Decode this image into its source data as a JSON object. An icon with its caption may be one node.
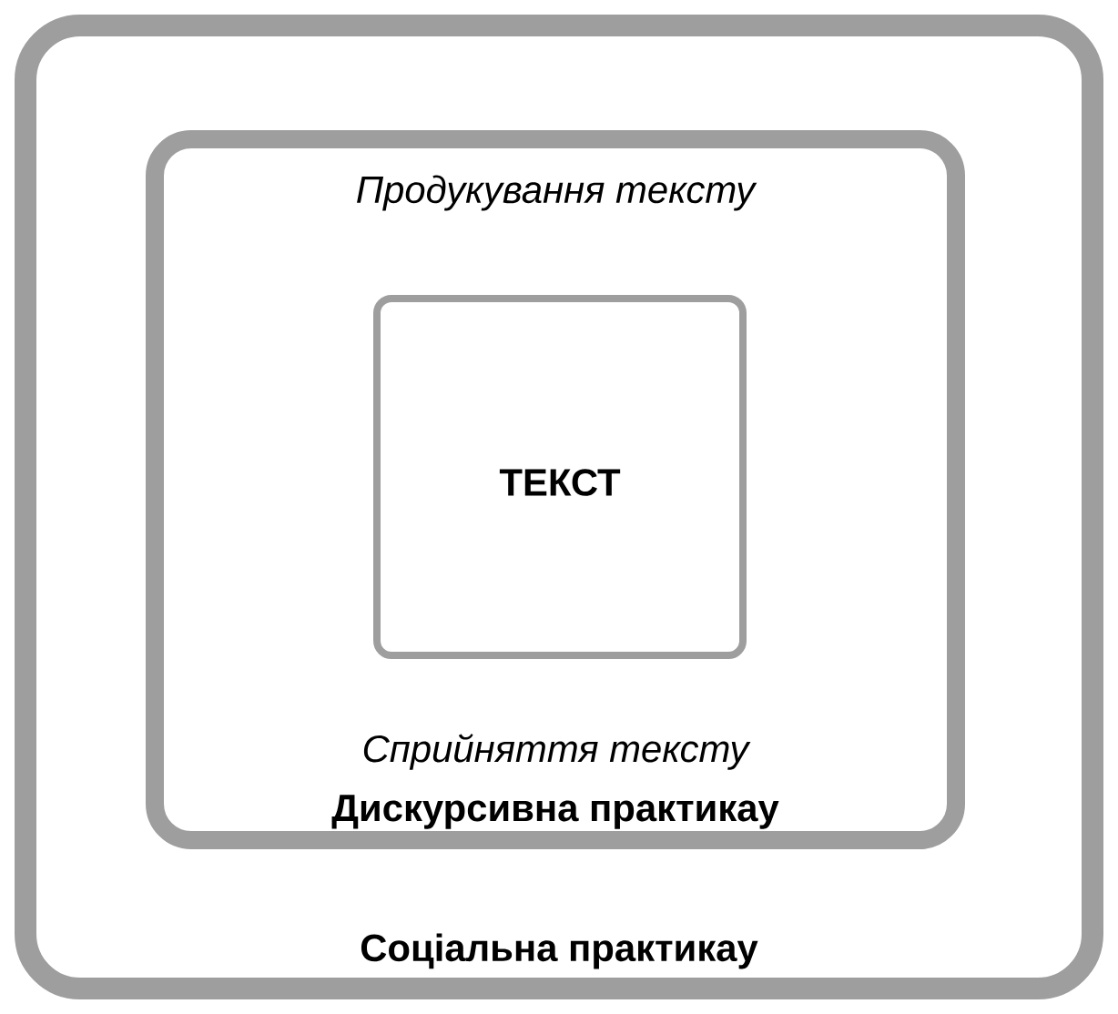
{
  "diagram": {
    "nodes": [
      {
        "text": [
          "Соціальна практикау"
        ]
      },
      {
        "text": [
          "Продукування тексту",
          "Сприйняття тексту",
          "Дискурсивна практикау"
        ],
        "in": 0
      },
      {
        "text": [
          "ТЕКСТ"
        ],
        "in": 1
      }
    ]
  }
}
